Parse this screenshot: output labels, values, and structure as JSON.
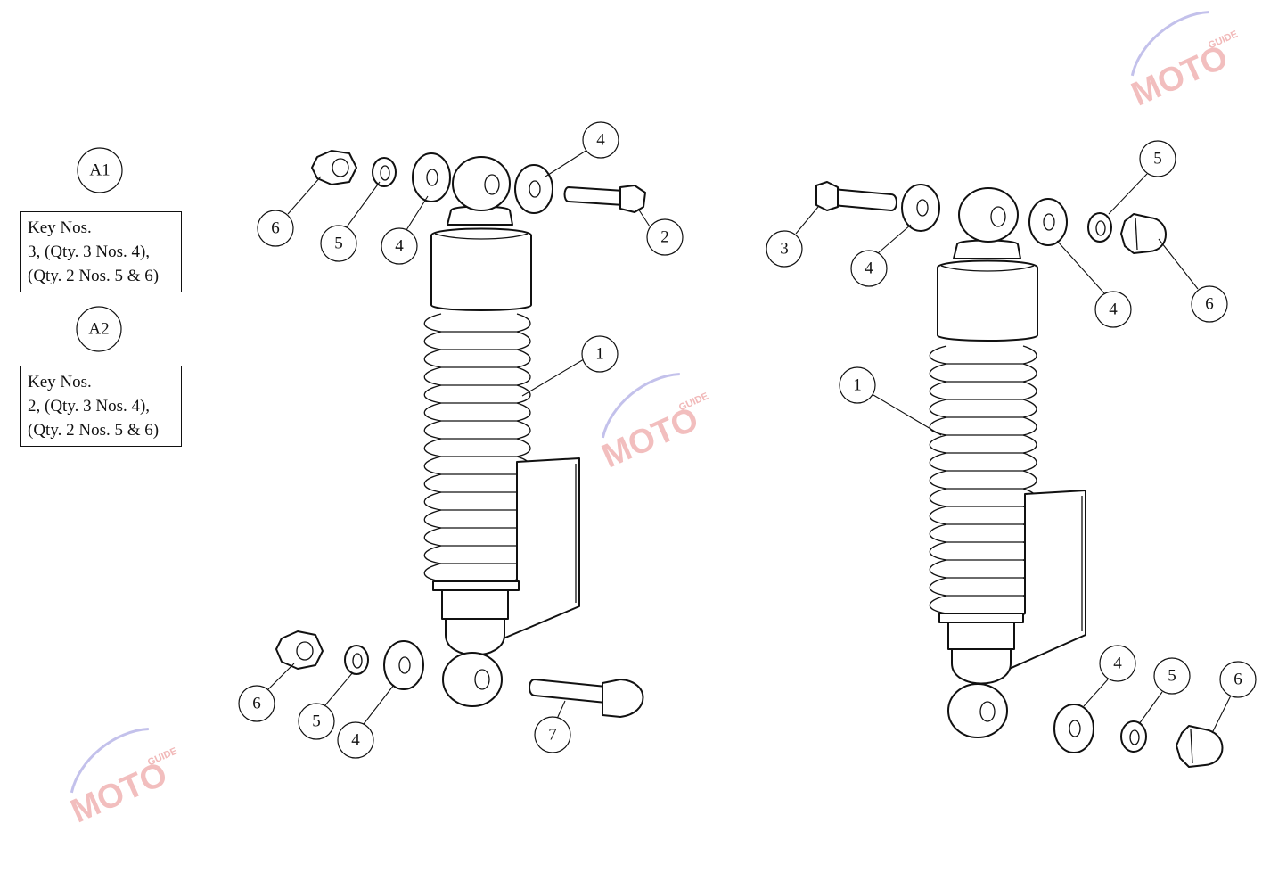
{
  "groups": [
    {
      "label": "A1",
      "key_lines": [
        "Key Nos.",
        "3, (Qty. 3 Nos. 4),",
        "(Qty. 2 Nos. 5 & 6)"
      ]
    },
    {
      "label": "A2",
      "key_lines": [
        "Key Nos.",
        "2, (Qty. 3 Nos. 4),",
        "(Qty. 2 Nos. 5 & 6)"
      ]
    }
  ],
  "left_assembly": {
    "callouts": [
      "6",
      "5",
      "4",
      "4",
      "2",
      "1",
      "6",
      "5",
      "4",
      "7"
    ]
  },
  "right_assembly": {
    "callouts": [
      "3",
      "4",
      "4",
      "5",
      "6",
      "1",
      "4",
      "5",
      "6"
    ]
  },
  "watermark": {
    "brand": "MOTO",
    "tag": "GUIDE",
    "color": "#e88a8a"
  }
}
